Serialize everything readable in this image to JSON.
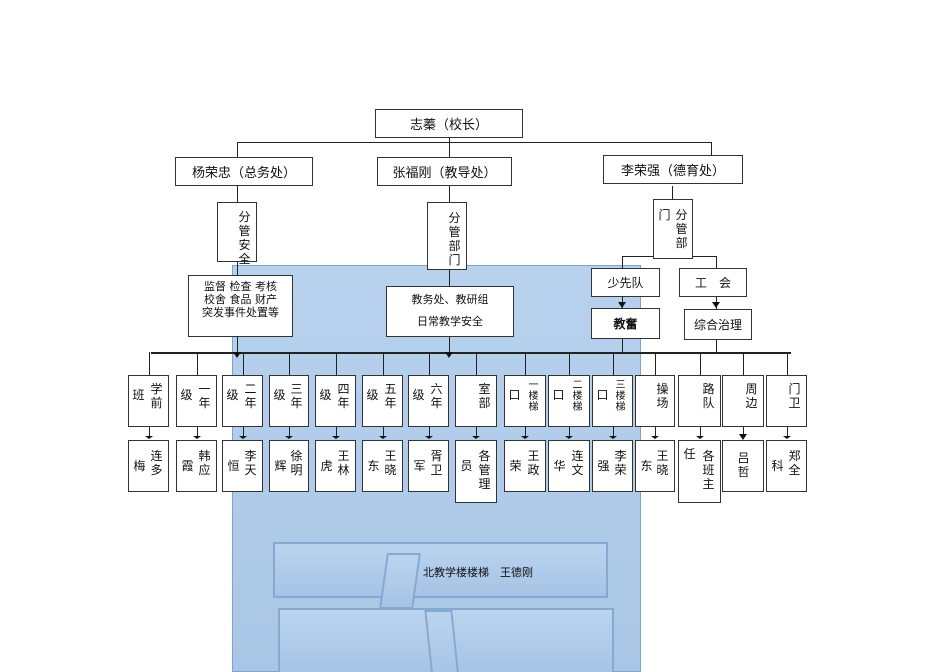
{
  "principal": "志蓁（校长）",
  "heads": [
    {
      "label": "杨荣忠（总务处）",
      "role": "分管安全",
      "duties": [
        "监督 检查 考核",
        "校舍 食品 财产",
        "突发事件处置等"
      ]
    },
    {
      "label": "张福刚（教导处）",
      "role": "分管部门",
      "duties": [
        "教务处、教研组",
        "日常教学安全"
      ]
    },
    {
      "label": "李荣强（德育处）",
      "role_left": "门",
      "role": "分管部",
      "subs": [
        {
          "label": "少先队",
          "child": "教奮"
        },
        {
          "label": "工　会",
          "child": "综合治理"
        }
      ]
    }
  ],
  "units": [
    {
      "top": "学前",
      "top_left": "班",
      "name": "连多",
      "name_left": "梅"
    },
    {
      "top": "一年",
      "top_left": "级",
      "name": "韩应",
      "name_left": "霞"
    },
    {
      "top": "二年",
      "top_left": "级",
      "name": "李天",
      "name_left": "恒"
    },
    {
      "top": "三年",
      "top_left": "级",
      "name": "徐明",
      "name_left": "辉"
    },
    {
      "top": "四年",
      "top_left": "级",
      "name": "王林",
      "name_left": "虎"
    },
    {
      "top": "五年",
      "top_left": "级",
      "name": "王晓",
      "name_left": "东"
    },
    {
      "top": "六年",
      "top_left": "级",
      "name": "胥卫",
      "name_left": "军"
    },
    {
      "top": "室部",
      "top_left": "",
      "name": "各管理",
      "name_left": "员"
    },
    {
      "top": "一楼梯",
      "top_left": "口",
      "name": "王政",
      "name_left": "荣"
    },
    {
      "top": "二楼梯",
      "top_left": "口",
      "name": "连文",
      "name_left": "华"
    },
    {
      "top": "三楼梯",
      "top_left": "口",
      "name": "李荣",
      "name_left": "强"
    },
    {
      "top": "操场",
      "top_left": "",
      "name": "王晓",
      "name_left": "东"
    },
    {
      "top": "路队",
      "top_left": "",
      "name": "各班主",
      "name_left": "任"
    },
    {
      "top": "周边",
      "top_left": "",
      "name": "吕哲",
      "name_left": ""
    },
    {
      "top": "门卫",
      "top_left": "",
      "name": "郑全",
      "name_left": "科"
    }
  ],
  "background_note": "北教学楼楼梯　王德刚"
}
